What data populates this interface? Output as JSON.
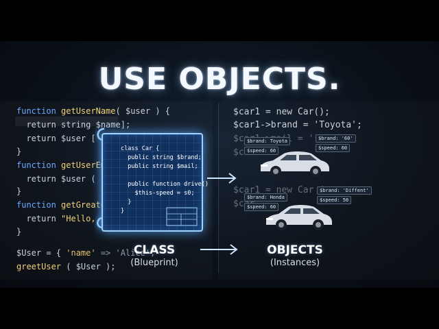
{
  "title": "USE OBJECTS.",
  "left_code": {
    "lines": [
      {
        "a": "function ",
        "b": "getUserName",
        "c": "( $user ) {"
      },
      {
        "a": "  return string $name",
        "b": "",
        "c": "];"
      },
      {
        "a": "  return $user [ '",
        "b": "",
        "c": ""
      },
      {
        "a": "}",
        "b": "",
        "c": ""
      },
      {
        "a": "function ",
        "b": "getUserEm",
        "c": ""
      },
      {
        "a": "  return $user ( '",
        "b": "",
        "c": ""
      },
      {
        "a": "}",
        "b": "",
        "c": ""
      },
      {
        "a": "function ",
        "b": "getGreate",
        "c": ""
      },
      {
        "a": "  return ",
        "b": "\"Hello, ..",
        "c": ""
      },
      {
        "a": "}",
        "b": "",
        "c": ""
      }
    ],
    "user_line_a": "$User = { ",
    "user_line_b": "'name'",
    "user_line_c": " => 'Alice',",
    "greet_line_a": "greetUser",
    "greet_line_b": " ( $User );"
  },
  "right_code": {
    "line1": "$car1 = new Car();",
    "line2": "$car1->brand = 'Toyota';",
    "line3": "$car1->mail = '",
    "line4": "$car",
    "line5": "$car1 = new Car (",
    "line5_end": ";",
    "line6": "$car"
  },
  "blueprint": {
    "lines": [
      "class Car {",
      "  public string $brand;",
      "  public string $mail;",
      "",
      "  public function drive()",
      "    $this-speed = s0;",
      "  }",
      "}"
    ]
  },
  "class_label": "CLASS",
  "class_sub": "(Blueprint)",
  "objects_label": "OBJECTS",
  "objects_sub": "(Instances)",
  "car1_tags": {
    "brand": "$brand: Toyota",
    "speed": "$speed: 60",
    "brand2": "$brand: '60'",
    "speed2": "$speed: 60"
  },
  "car2_tags": {
    "brand": "$brand: Honda",
    "speed": "$speed: 60",
    "brand2": "$brand: 'Diffent'",
    "speed2": "$speed: 50"
  },
  "colors": {
    "accent": "#9fd2ff",
    "blueprint": "#10305e",
    "car": "#d9dee6"
  }
}
